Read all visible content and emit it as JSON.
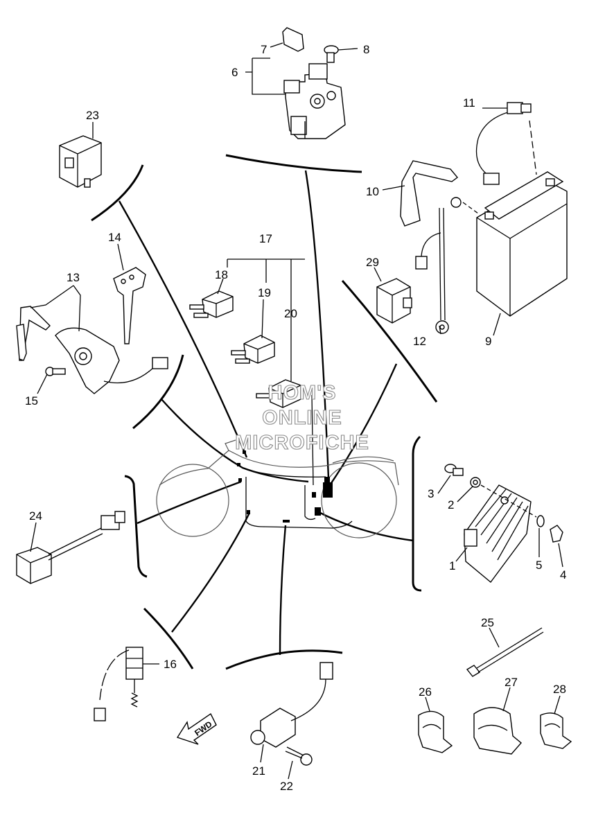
{
  "watermark": [
    "HOM'S",
    "ONLINE",
    "MICROFICHE"
  ],
  "forward_label": "FWD",
  "callouts": {
    "c1": "1",
    "c2": "2",
    "c3": "3",
    "c4": "4",
    "c5": "5",
    "c6": "6",
    "c7": "7",
    "c8": "8",
    "c9": "9",
    "c10": "10",
    "c11": "11",
    "c12": "12",
    "c13": "13",
    "c14": "14",
    "c15": "15",
    "c16": "16",
    "c17": "17",
    "c18": "18",
    "c19": "19",
    "c20": "20",
    "c21": "21",
    "c22": "22",
    "c23": "23",
    "c24": "24",
    "c25": "25",
    "c26": "26",
    "c27": "27",
    "c28": "28",
    "c29": "29"
  }
}
